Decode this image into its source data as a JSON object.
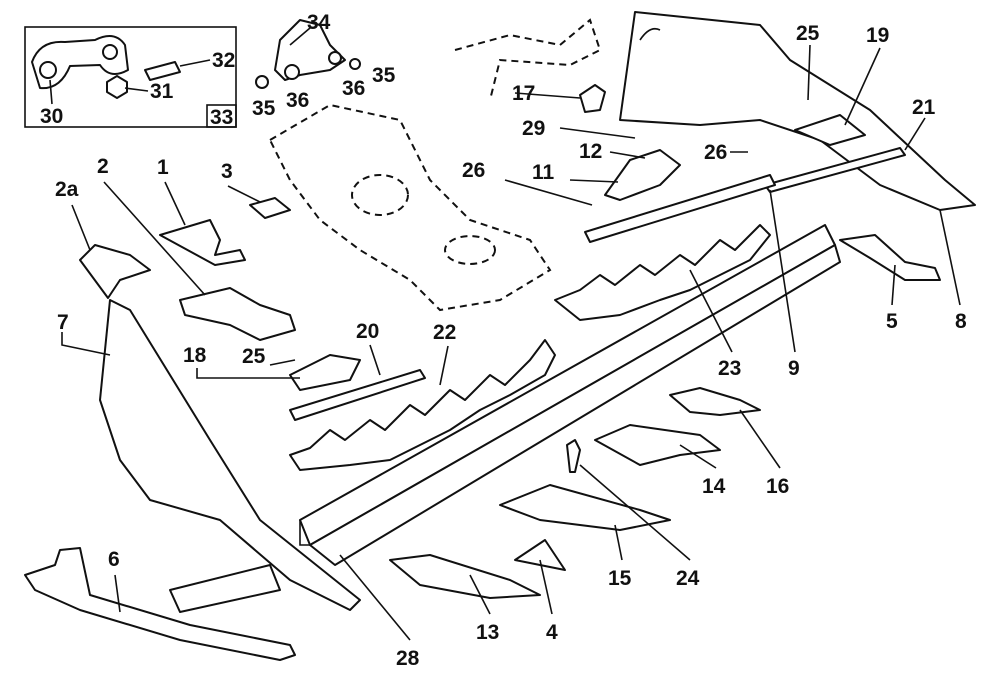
{
  "diagram": {
    "callouts": [
      "30",
      "31",
      "32",
      "33",
      "34",
      "35",
      "36",
      "36",
      "35",
      "17",
      "29",
      "12",
      "11",
      "26",
      "25",
      "19",
      "21",
      "26",
      "5",
      "8",
      "9",
      "23",
      "1",
      "3",
      "2",
      "2a",
      "7",
      "20",
      "22",
      "18",
      "25",
      "16",
      "14",
      "15",
      "24",
      "13",
      "4",
      "6",
      "28"
    ]
  }
}
